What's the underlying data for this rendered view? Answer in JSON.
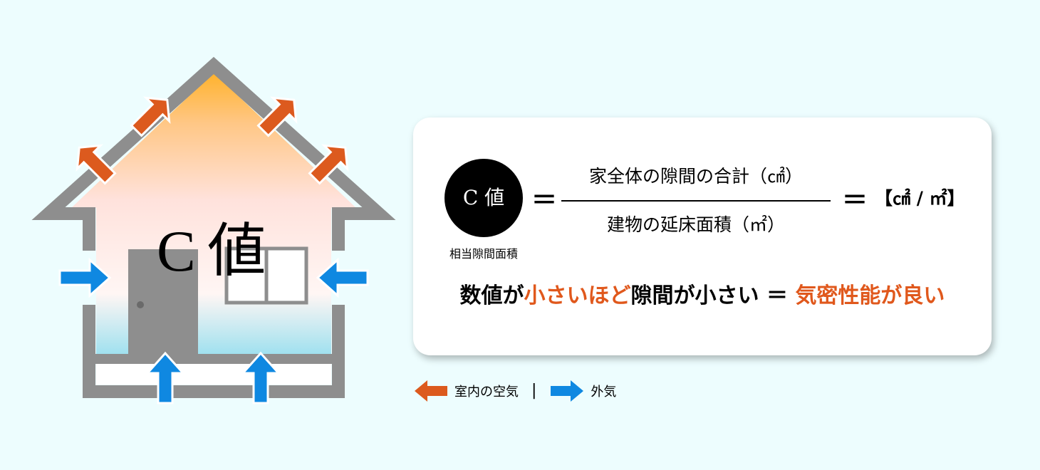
{
  "house": {
    "label": "C 値",
    "colors": {
      "wall": "#8e8e8e",
      "indoor_arrow": "#dc5a1e",
      "outdoor_arrow": "#0f88e1",
      "gradient_top": "#ffb22c",
      "gradient_middle": "#fff4f3",
      "gradient_bottom": "#9de0ef",
      "door": "#8e8e8e",
      "window": "#8e8e8e"
    },
    "icons": [
      "house-outline",
      "door-icon",
      "window-icon",
      "indoor-air-arrow",
      "outdoor-air-arrow"
    ]
  },
  "formula": {
    "circle_label": "C 値",
    "circle_sublabel": "相当隙間面積",
    "equals": "＝",
    "numerator": "家全体の隙間の合計（㎠）",
    "denominator": "建物の延床面積（㎡）",
    "unit": "【㎠ / ㎡】"
  },
  "summary": {
    "part1": "数値が",
    "part2": "小さいほど",
    "part3": "隙間が小さい ＝ ",
    "part4": "気密性能が良い",
    "highlight_color": "#e0581c"
  },
  "legend": {
    "indoor_label": "室内の空気",
    "divider": "|",
    "outdoor_label": "外気"
  }
}
